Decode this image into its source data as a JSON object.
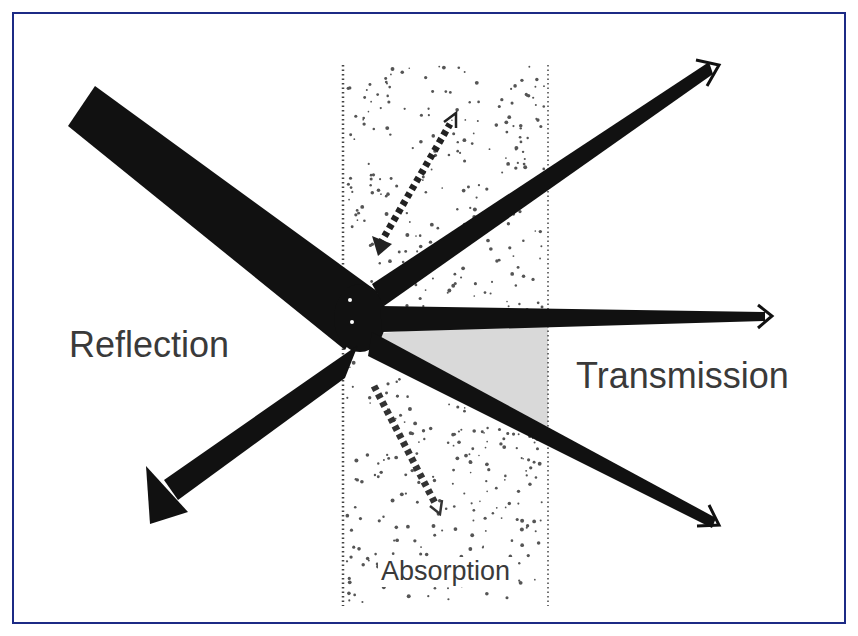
{
  "diagram": {
    "labels": [
      "Reflection",
      "Transmission",
      "Absorption"
    ]
  }
}
